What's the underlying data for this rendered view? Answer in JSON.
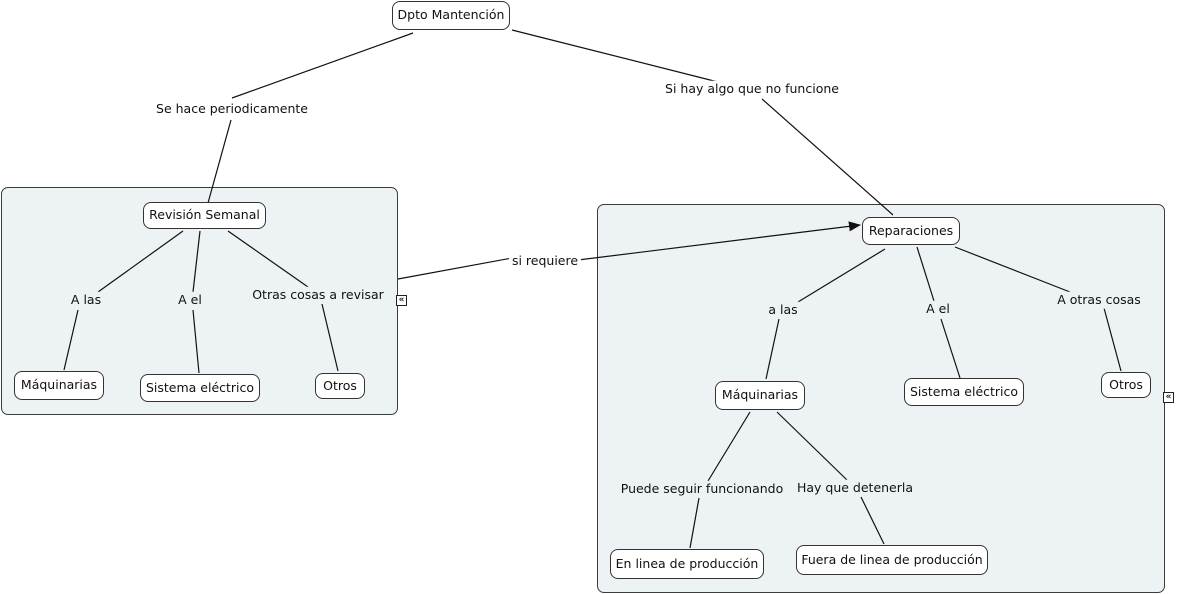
{
  "concepts": {
    "root": "Dpto Mantención",
    "revision": "Revisión Semanal",
    "rev_maquinarias": "Máquinarias",
    "rev_sistema": "Sistema eléctrico",
    "rev_otros": "Otros",
    "reparaciones": "Reparaciones",
    "rep_maquinarias": "Máquinarias",
    "rep_sistema": "Sistema eléctrico",
    "rep_otros": "Otros",
    "en_linea": "En linea de producción",
    "fuera_linea": "Fuera de linea de producción"
  },
  "links": {
    "periodic": "Se hace periodicamente",
    "si_hay": "Si hay algo que no funcione",
    "si_requiere": "si requiere",
    "rev_a_las": "A las",
    "rev_a_el": "A el",
    "rev_otras": "Otras cosas a revisar",
    "rep_a_las": "a las",
    "rep_a_el": "A el",
    "rep_otras": "A otras cosas",
    "puede_seguir": "Puede seguir funcionando",
    "hay_que": "Hay que detenerla"
  },
  "icons": {
    "left_group_toggle": "collapse-double-chevron-icon",
    "right_group_toggle": "collapse-double-chevron-icon"
  },
  "colors": {
    "group_fill": "#edf2f4",
    "border": "#333333",
    "line": "#111111"
  }
}
